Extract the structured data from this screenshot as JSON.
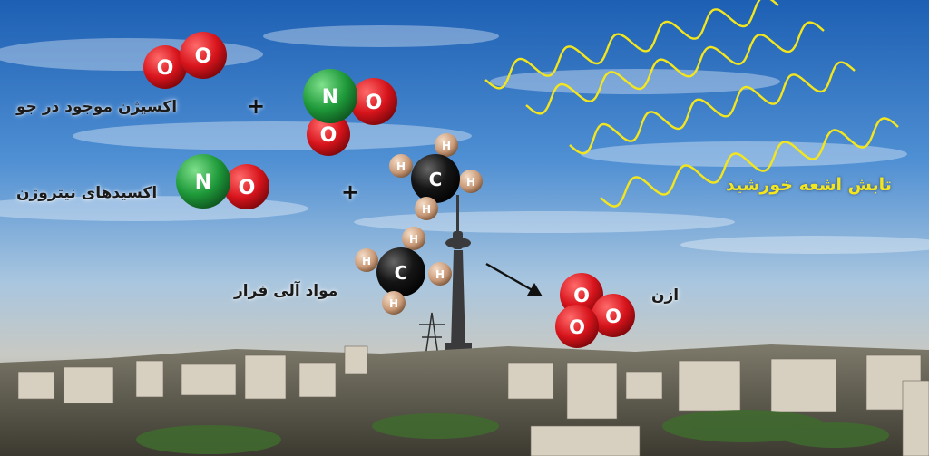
{
  "labels": {
    "oxygen": "اکسیژن موجود در جو",
    "nitrogen_oxides": "اکسیدهای نیتروژن",
    "volatile_organics": "مواد آلی فرار",
    "ozone": "ازن",
    "solar_radiation": "تابش اشعه خورشید"
  },
  "operators": {
    "plus": "+"
  },
  "atoms": {
    "oxygen": "O",
    "nitrogen": "N",
    "carbon": "C",
    "hydrogen": "H"
  },
  "colors": {
    "oxygen": "#d8141c",
    "nitrogen": "#1f9a3a",
    "carbon": "#111111",
    "hydrogen": "#c99a78",
    "sun_waves": "#f4e61c"
  }
}
